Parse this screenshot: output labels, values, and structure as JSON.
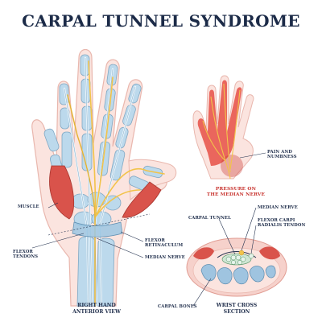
{
  "title": "CARPAL TUNNEL SYNDROME",
  "labels": {
    "muscle": "MUSCLE",
    "flexor_tendons_1": "FLEXOR",
    "flexor_tendons_2": "TENDONS",
    "flexor_retinaculum_1": "FLEXOR",
    "flexor_retinaculum_2": "RETINACULUM",
    "median_nerve_hand": "MEDIAN NERVE",
    "pain_1": "PAIN AND",
    "pain_2": "NUMBNESS",
    "pressure_1": "PRESSURE ON",
    "pressure_2": "THE MEDIAN NERVE",
    "carpal_tunnel": "CARPAL TUNNEL",
    "median_nerve_cross": "MEDIAN NERVE",
    "fcr_1": "FLEXOR CARPI",
    "fcr_2": "RADIALIS TENDON",
    "carpal_bones": "CARPAL BONES"
  },
  "captions": {
    "right_hand_1": "RIGHT HAND",
    "right_hand_2": "ANTERIOR VIEW",
    "wrist_1": "WRIST CROSS",
    "wrist_2": "SECTION"
  },
  "colors": {
    "title": "#1c2b48",
    "skin": "#fbe4df",
    "bone": "#bcd9ec",
    "muscle": "#d9534b",
    "nerve": "#f2c34a",
    "outline": "#24324f",
    "pain": "#c8342f"
  }
}
